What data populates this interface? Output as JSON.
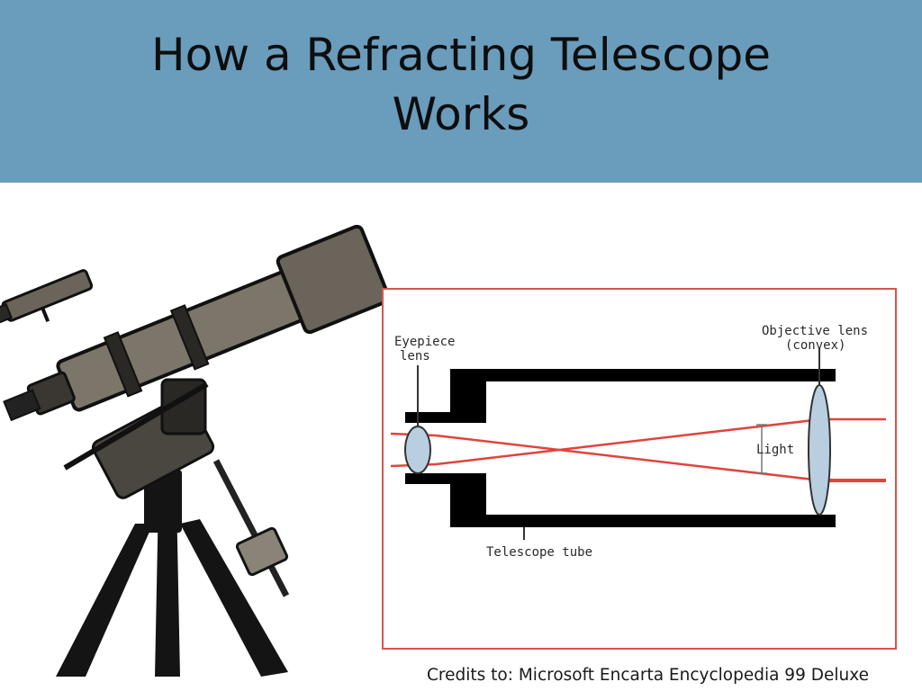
{
  "slide": {
    "title_line1": "How a Refracting Telescope",
    "title_line2": "Works",
    "credits": "Credits to: Microsoft Encarta Encyclopedia 99 Deluxe"
  },
  "diagram": {
    "eyepiece_label_line1": "Eyepiece",
    "eyepiece_label_line2": "lens",
    "objective_label_line1": "Objective lens",
    "objective_label_line2": "(convex)",
    "light_label": "Light",
    "tube_label": "Telescope tube"
  },
  "colors": {
    "title_bar": "#6a9cbc",
    "light_ray": "#e0443c",
    "frame_border": "#d9534f",
    "lens_fill": "#b9cfe0"
  }
}
